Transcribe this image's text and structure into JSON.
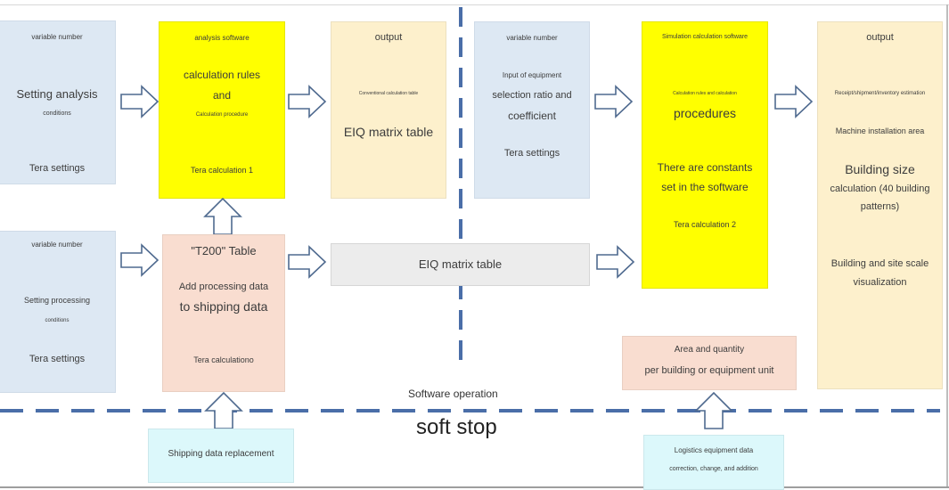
{
  "divider_color": "#4a6ea8",
  "arrow_stroke_color": "#4f6a8f",
  "colors": {
    "input_box": "#dde8f3",
    "software_box": "#ffff00",
    "output_box": "#fdf0cc",
    "table_box": "#f9ddd0",
    "matrix_box": "#ececec",
    "replacement_box": "#dcf8fb"
  },
  "left_section": {
    "analysis_conditions": {
      "header": "variable number",
      "title": "Setting analysis",
      "subtitle": "conditions",
      "footer": "Tera settings"
    },
    "analysis_software": {
      "header": "analysis software",
      "line1": "calculation rules",
      "line2": "and",
      "line3": "Calculation procedure",
      "footer": "Tera calculation 1"
    },
    "output": {
      "header": "output",
      "caption": "Conventional calculation table",
      "title": "EIQ matrix table"
    },
    "processing_conditions": {
      "header": "variable number",
      "title": "Setting processing",
      "subtitle": "conditions",
      "footer": "Tera settings"
    },
    "t200_table": {
      "title": "\"T200\" Table",
      "line1": "Add processing data",
      "line2": "to shipping data",
      "footer": "Tera calculationo"
    },
    "shipping_replacement": {
      "label": "Shipping data replacement"
    }
  },
  "center": {
    "eiq_matrix": {
      "label": "EIQ matrix table"
    },
    "software_operation": "Software operation",
    "soft_stop": "soft stop"
  },
  "right_section": {
    "equipment_input": {
      "header": "variable number",
      "line1": "Input of equipment",
      "line2": "selection ratio and",
      "line3": "coefficient",
      "footer": "Tera settings"
    },
    "simulation_software": {
      "header": "Simulation calculation software",
      "line1": "Calculation rules and calculation",
      "line2": "procedures",
      "line3": "There are constants",
      "line4": "set in the software",
      "footer": "Tera calculation 2"
    },
    "output": {
      "header": "output",
      "line1": "Receipt/shipment/inventory estimation",
      "line2": "Machine installation area",
      "line3": "Building size",
      "line4": "calculation (40 building",
      "line5": "patterns)",
      "line6": "Building and site scale",
      "line7": "visualization"
    },
    "area_quantity": {
      "line1": "Area and quantity",
      "line2": "per building or equipment unit"
    },
    "logistics_equipment": {
      "line1": "Logistics equipment data",
      "line2": "correction, change, and addition"
    }
  }
}
